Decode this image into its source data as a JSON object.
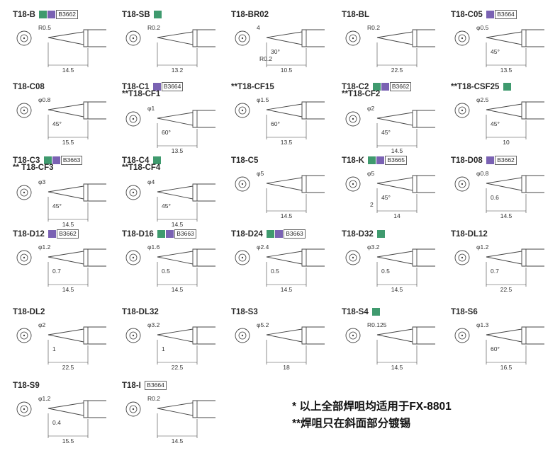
{
  "tips": [
    {
      "code": "T18-B",
      "alt": "",
      "marks": [
        "g",
        "p"
      ],
      "cat": "B3662",
      "dims": [
        "R0.5",
        "14.5"
      ],
      "col": 0,
      "row": 0
    },
    {
      "code": "T18-SB",
      "alt": "",
      "marks": [
        "g"
      ],
      "cat": "",
      "dims": [
        "R0.2",
        "13.2"
      ],
      "col": 1,
      "row": 0
    },
    {
      "code": "T18-BR02",
      "alt": "",
      "marks": [],
      "cat": "",
      "dims": [
        "4",
        "30°",
        "R0.2",
        "10.5"
      ],
      "col": 2,
      "row": 0
    },
    {
      "code": "T18-BL",
      "alt": "",
      "marks": [],
      "cat": "",
      "dims": [
        "R0.2",
        "22.5"
      ],
      "col": 3,
      "row": 0
    },
    {
      "code": "T18-C05",
      "alt": "",
      "marks": [
        "p"
      ],
      "cat": "B3664",
      "dims": [
        "φ0.5",
        "45°",
        "13.5"
      ],
      "col": 4,
      "row": 0
    },
    {
      "code": "T18-C08",
      "alt": "",
      "marks": [],
      "cat": "",
      "dims": [
        "φ0.8",
        "45°",
        "15.5"
      ],
      "col": 0,
      "row": 1
    },
    {
      "code": "T18-C1",
      "alt": "**T18-CF1",
      "marks": [
        "p"
      ],
      "cat": "B3664",
      "dims": [
        "φ1",
        "60°",
        "13.5"
      ],
      "col": 1,
      "row": 1
    },
    {
      "code": "**T18-CF15",
      "alt": "",
      "marks": [],
      "cat": "",
      "dims": [
        "φ1.5",
        "60°",
        "13.5"
      ],
      "col": 2,
      "row": 1
    },
    {
      "code": "T18-C2",
      "alt": "**T18-CF2",
      "marks": [
        "g",
        "p"
      ],
      "cat": "B3662",
      "dims": [
        "φ2",
        "45°",
        "14.5"
      ],
      "col": 3,
      "row": 1
    },
    {
      "code": "**T18-CSF25",
      "alt": "",
      "marks": [
        "g"
      ],
      "cat": "",
      "dims": [
        "φ2.5",
        "45°",
        "10"
      ],
      "col": 4,
      "row": 1
    },
    {
      "code": "T18-C3",
      "alt": "** T18-CF3",
      "marks": [
        "g",
        "p"
      ],
      "cat": "B3663",
      "dims": [
        "φ3",
        "45°",
        "14.5"
      ],
      "col": 0,
      "row": 2
    },
    {
      "code": "T18-C4",
      "alt": "**T18-CF4",
      "marks": [
        "g"
      ],
      "cat": "",
      "dims": [
        "φ4",
        "45°",
        "14.5"
      ],
      "col": 1,
      "row": 2
    },
    {
      "code": "T18-C5",
      "alt": "",
      "marks": [],
      "cat": "",
      "dims": [
        "φ5",
        "14.5"
      ],
      "col": 2,
      "row": 2
    },
    {
      "code": "T18-K",
      "alt": "",
      "marks": [
        "g",
        "p"
      ],
      "cat": "B3665",
      "dims": [
        "φ5",
        "45°",
        "2",
        "14"
      ],
      "col": 3,
      "row": 2
    },
    {
      "code": "T18-D08",
      "alt": "",
      "marks": [
        "p"
      ],
      "cat": "B3662",
      "dims": [
        "φ0.8",
        "0.6",
        "14.5"
      ],
      "col": 4,
      "row": 2
    },
    {
      "code": "T18-D12",
      "alt": "",
      "marks": [
        "p"
      ],
      "cat": "B3662",
      "dims": [
        "φ1.2",
        "0.7",
        "14.5"
      ],
      "col": 0,
      "row": 3
    },
    {
      "code": "T18-D16",
      "alt": "",
      "marks": [
        "g",
        "p"
      ],
      "cat": "B3663",
      "dims": [
        "φ1.6",
        "0.5",
        "14.5"
      ],
      "col": 1,
      "row": 3
    },
    {
      "code": "T18-D24",
      "alt": "",
      "marks": [
        "g",
        "p"
      ],
      "cat": "B3663",
      "dims": [
        "φ2.4",
        "0.5",
        "14.5"
      ],
      "col": 2,
      "row": 3
    },
    {
      "code": "T18-D32",
      "alt": "",
      "marks": [
        "g"
      ],
      "cat": "",
      "dims": [
        "φ3.2",
        "0.5",
        "14.5"
      ],
      "col": 3,
      "row": 3
    },
    {
      "code": "T18-DL12",
      "alt": "",
      "marks": [],
      "cat": "",
      "dims": [
        "φ1.2",
        "0.7",
        "22.5"
      ],
      "col": 4,
      "row": 3
    },
    {
      "code": "T18-DL2",
      "alt": "",
      "marks": [],
      "cat": "",
      "dims": [
        "φ2",
        "1",
        "22.5"
      ],
      "col": 0,
      "row": 4
    },
    {
      "code": "T18-DL32",
      "alt": "",
      "marks": [],
      "cat": "",
      "dims": [
        "φ3.2",
        "1",
        "22.5"
      ],
      "col": 1,
      "row": 4
    },
    {
      "code": "T18-S3",
      "alt": "",
      "marks": [],
      "cat": "",
      "dims": [
        "φ5.2",
        "18"
      ],
      "col": 2,
      "row": 4
    },
    {
      "code": "T18-S4",
      "alt": "",
      "marks": [
        "g"
      ],
      "cat": "",
      "dims": [
        "R0.125",
        "14.5"
      ],
      "col": 3,
      "row": 4
    },
    {
      "code": "T18-S6",
      "alt": "",
      "marks": [],
      "cat": "",
      "dims": [
        "φ1.3",
        "60°",
        "16.5"
      ],
      "col": 4,
      "row": 4
    },
    {
      "code": "T18-S9",
      "alt": "",
      "marks": [],
      "cat": "",
      "dims": [
        "φ1.2",
        "0.4",
        "15.5"
      ],
      "col": 0,
      "row": 5
    },
    {
      "code": "T18-I",
      "alt": "",
      "marks": [],
      "cat": "B3664",
      "dims": [
        "R0.2",
        "14.5"
      ],
      "col": 1,
      "row": 5
    }
  ],
  "notes": {
    "line1": "* 以上全部焊咀均适用于FX-8801",
    "line2": "**焊咀只在斜面部分镀锡"
  },
  "colors": {
    "g": "#3f9a6e",
    "p": "#7a62b3"
  }
}
